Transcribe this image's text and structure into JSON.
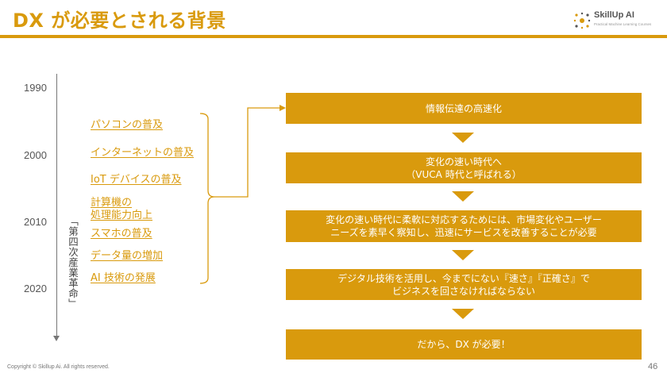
{
  "header": {
    "title": "DX が必要とされる背景",
    "logo_name": "SkillUp AI",
    "logo_tagline": "Practical Machine Learning Courses",
    "accent_color": "#d99a0d"
  },
  "timeline": {
    "years": [
      "1990",
      "2000",
      "2010",
      "2020"
    ],
    "vertical_label": "「第四次産業革命」"
  },
  "items": [
    "パソコンの普及",
    "インターネットの普及",
    "IoT デバイスの普及",
    "計算機の",
    "処理能力向上",
    "スマホの普及",
    "データ量の増加",
    "AI 技術の発展"
  ],
  "boxes": [
    {
      "line1": "情報伝達の高速化",
      "line2": ""
    },
    {
      "line1": "変化の速い時代へ",
      "line2": "（VUCA 時代と呼ばれる）"
    },
    {
      "line1": "変化の速い時代に柔軟に対応するためには、市場変化やユーザー",
      "line2": "ニーズを素早く察知し、迅速にサービスを改善することが必要"
    },
    {
      "line1": "デジタル技術を活用し、今までにない『速さ』『正確さ』で",
      "line2": "ビジネスを回さなければならない"
    },
    {
      "line1": "だから、DX が必要！",
      "line2": ""
    }
  ],
  "footer": {
    "copyright": "Copyright © Skillup Ai. All rights reserved.",
    "page_number": "46"
  }
}
